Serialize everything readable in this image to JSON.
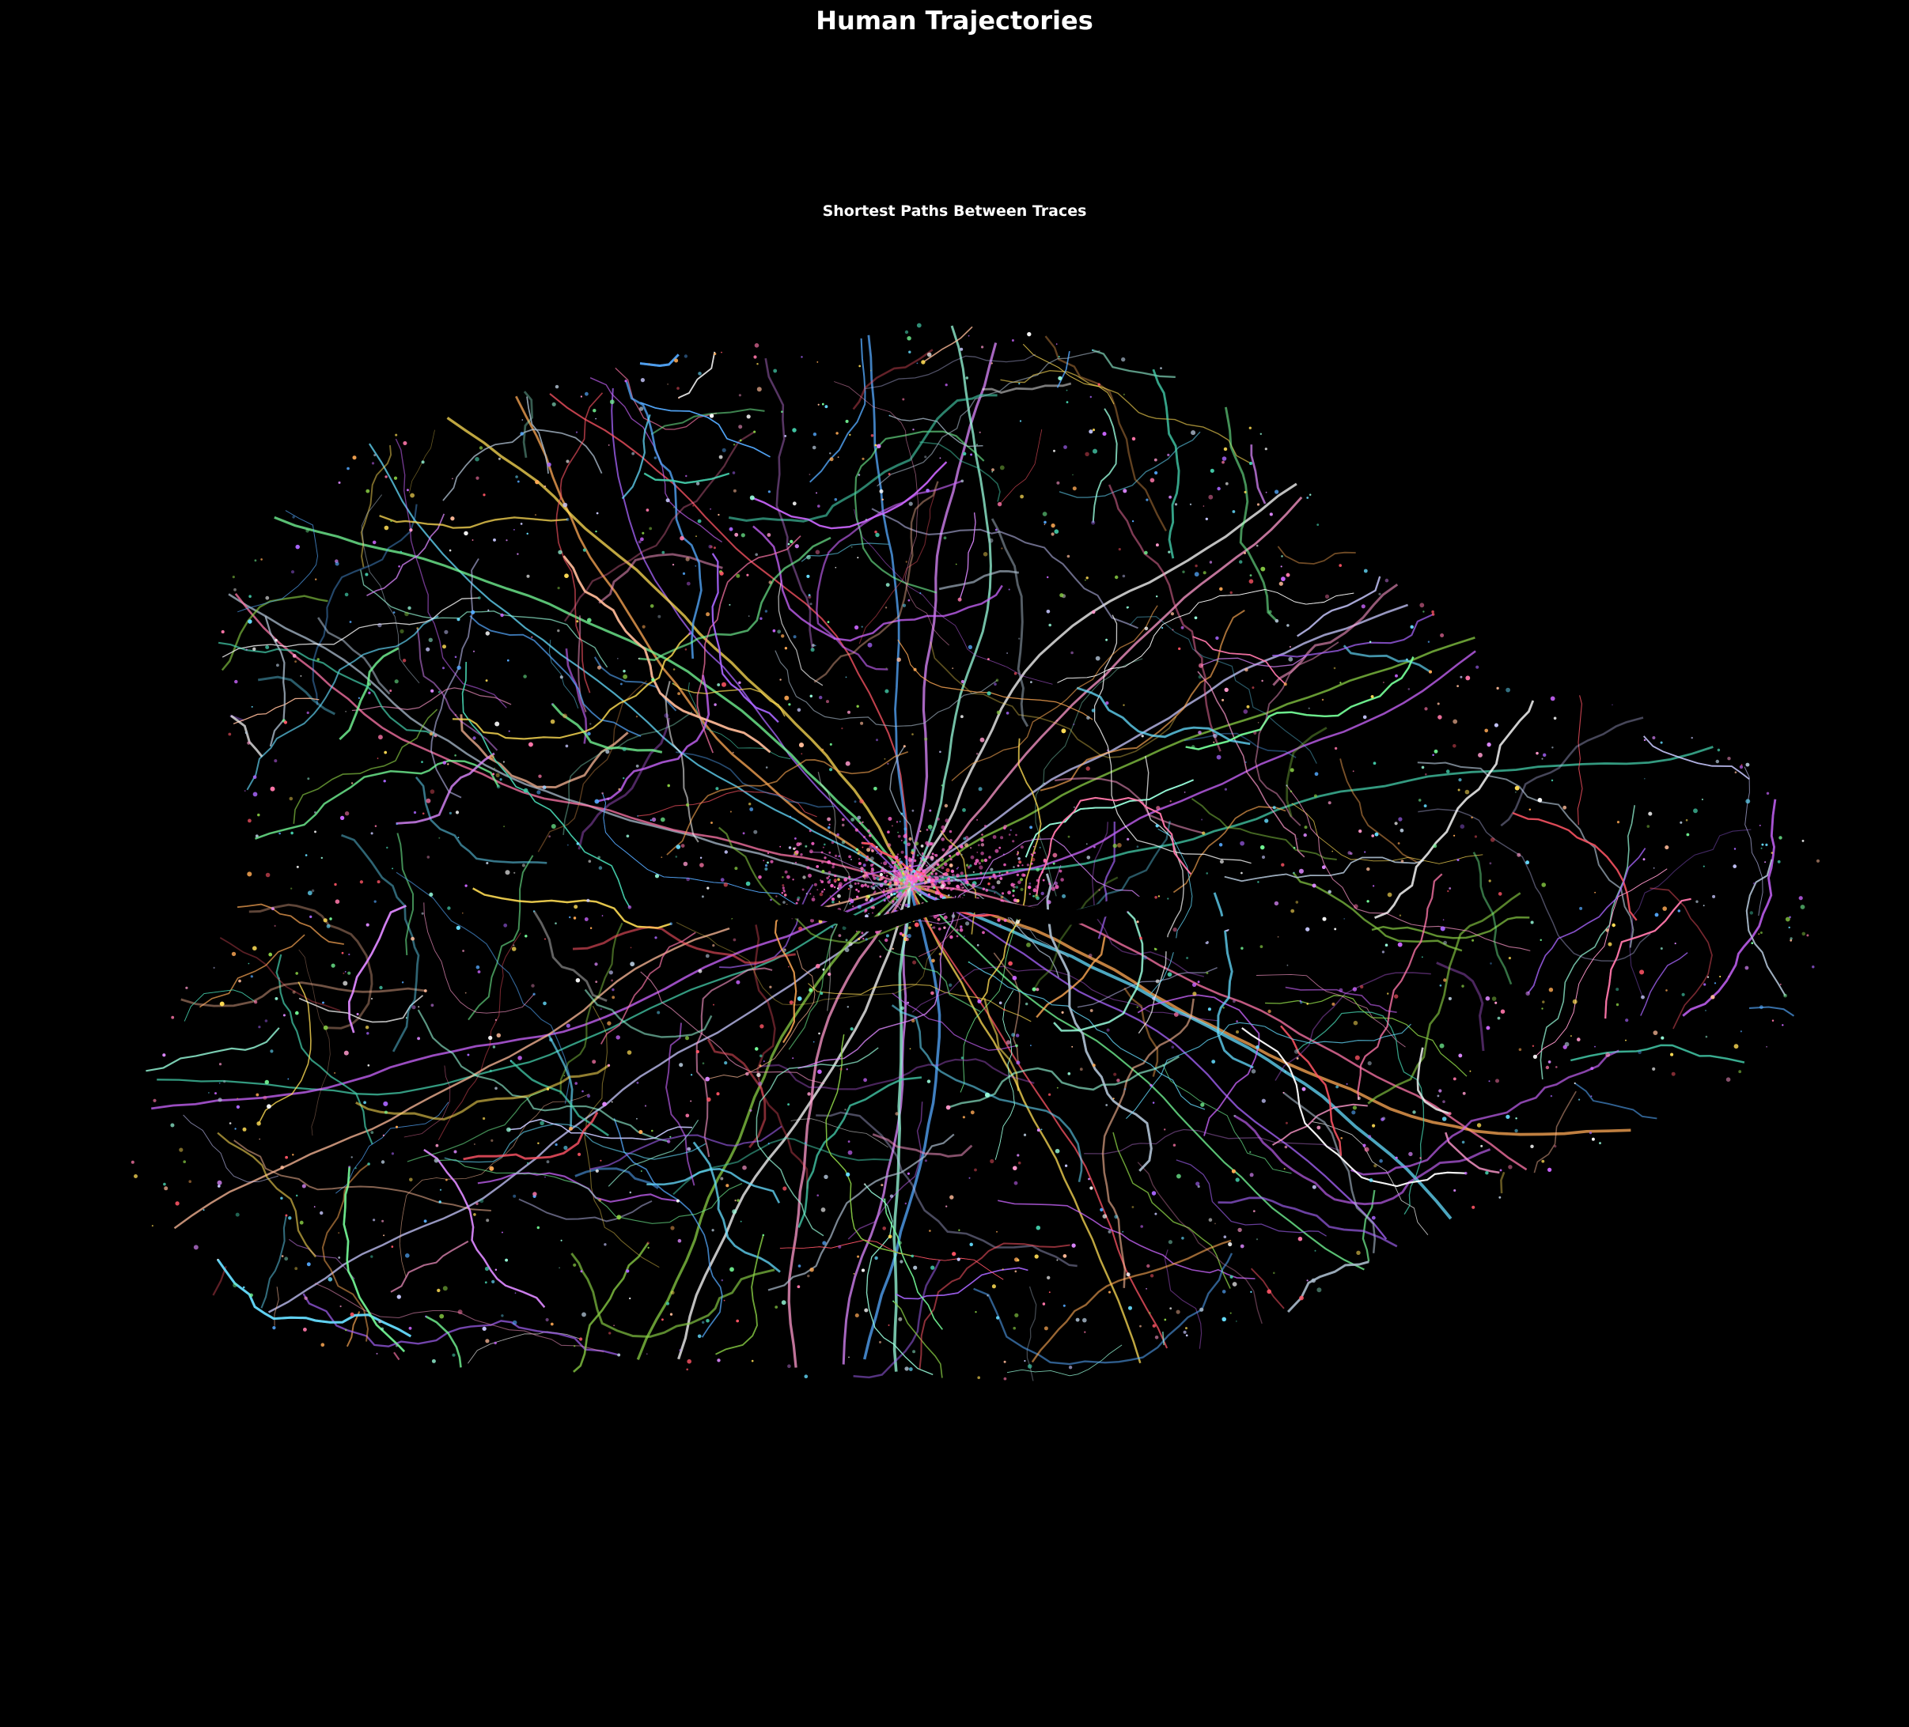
{
  "figure": {
    "title": "Human Trajectories",
    "background": "#000000"
  },
  "map": {
    "title": "Shortest Paths Between Traces",
    "subject": "street network of trajectory paths",
    "palette": [
      "#ff77aa",
      "#ffaa55",
      "#66ddff",
      "#aa66ff",
      "#77ff99",
      "#ffdd55",
      "#ff5566",
      "#55aaff",
      "#dd88ff",
      "#99ffdd",
      "#ffffff",
      "#c8c8ff",
      "#ff99cc",
      "#88cc44",
      "#44ccaa",
      "#cc66ff",
      "#ffbb99",
      "#aabbcc"
    ],
    "core_color": "#ff66cc",
    "thames_color": "#000000"
  }
}
